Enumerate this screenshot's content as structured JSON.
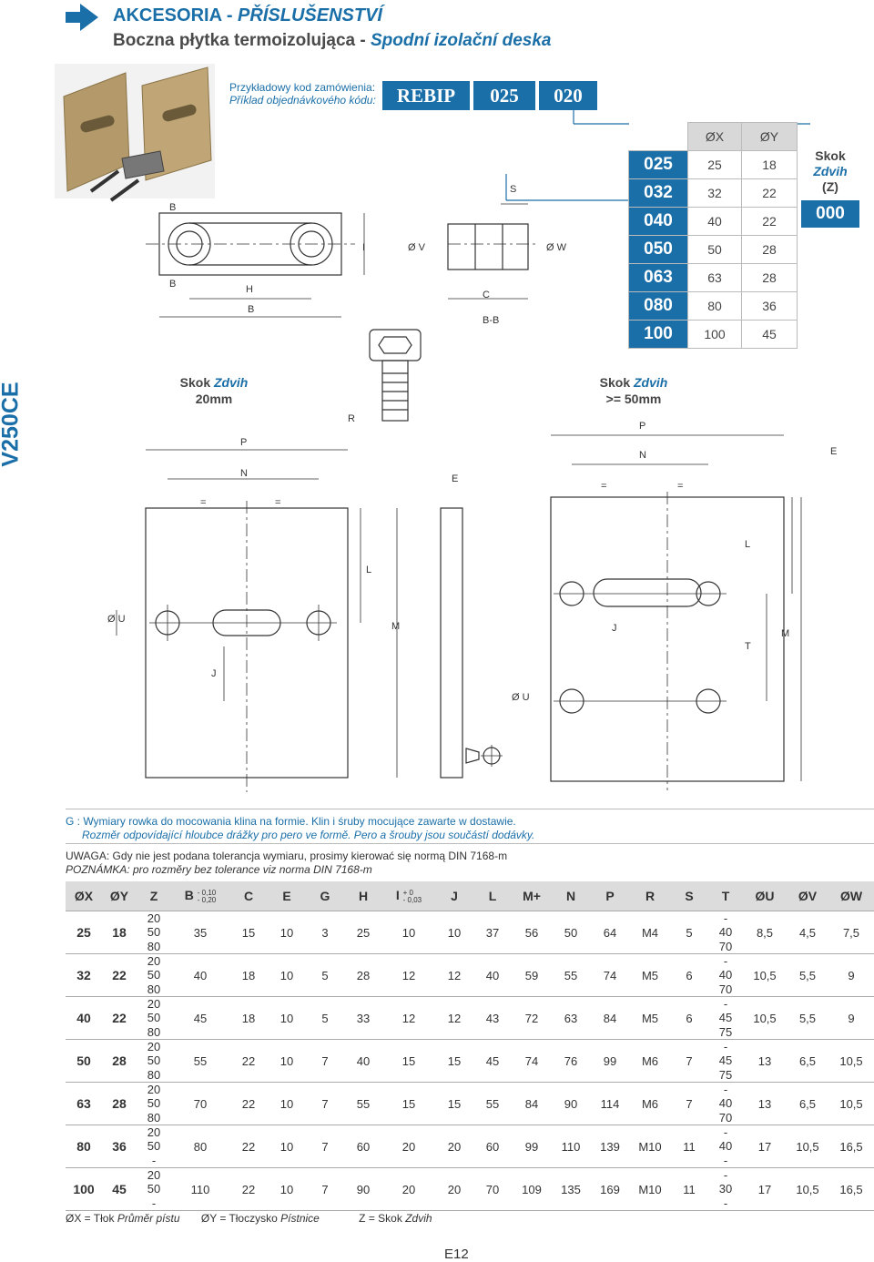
{
  "header": {
    "title_pl": "AKCESORIA - ",
    "title_cz": "PŘÍSLUŠENSTVÍ",
    "subtitle_pl": "Boczna płytka termoizolująca - ",
    "subtitle_cz": "Spodní izolační deska"
  },
  "side_code": "V250CE",
  "order": {
    "label_pl": "Przykładowy kod zamówienia:",
    "label_cz": "Příklad objednávkového kódu:",
    "codes": [
      "REBIP",
      "025",
      "020"
    ]
  },
  "size_table": {
    "headers": [
      "ØX",
      "ØY"
    ],
    "rows": [
      [
        "025",
        "25",
        "18"
      ],
      [
        "032",
        "32",
        "22"
      ],
      [
        "040",
        "40",
        "22"
      ],
      [
        "050",
        "50",
        "28"
      ],
      [
        "063",
        "63",
        "28"
      ],
      [
        "080",
        "80",
        "36"
      ],
      [
        "100",
        "100",
        "45"
      ]
    ]
  },
  "skok": {
    "label_pl": "Skok",
    "label_cz": "Zdvih",
    "label_z": "(Z)",
    "value": "000"
  },
  "strokes": {
    "left_pl": "Skok",
    "left_cz": "Zdvih",
    "left_val": "20mm",
    "right_pl": "Skok",
    "right_cz": "Zdvih",
    "right_val": ">= 50mm"
  },
  "dims": {
    "B": "B",
    "H": "H",
    "I": "I",
    "V": "Ø V",
    "W": "Ø W",
    "S": "S",
    "C": "C",
    "BB": "B-B",
    "R": "R",
    "P": "P",
    "N": "N",
    "E": "E",
    "eq": "=",
    "L": "L",
    "M": "M",
    "U": "Ø U",
    "J": "J",
    "T": "T"
  },
  "notes": {
    "g_pl": "G : Wymiary rowka do mocowania klina na formie. Klin i śruby mocujące zawarte w dostawie.",
    "g_cz": "Rozměr odpovídající hloubce drážky pro pero ve formě. Pero a šrouby jsou součástí dodávky.",
    "w_pl": "UWAGA: Gdy nie jest podana tolerancja wymiaru, prosimy kierować się normą DIN 7168-m",
    "w_cz": "POZNÁMKA: pro rozměry bez tolerance viz norma DIN 7168-m"
  },
  "data_table": {
    "headers": [
      "ØX",
      "ØY",
      "Z",
      "B",
      "C",
      "E",
      "G",
      "H",
      "I",
      "J",
      "L",
      "M+",
      "N",
      "P",
      "R",
      "S",
      "T",
      "ØU",
      "ØV",
      "ØW"
    ],
    "tol_b": [
      "- 0,10",
      "- 0,20"
    ],
    "tol_i": [
      "+ 0",
      "- 0,03"
    ],
    "rows": [
      {
        "x": "25",
        "y": "18",
        "z": [
          "20",
          "50",
          "80"
        ],
        "vals": [
          "35",
          "15",
          "10",
          "3",
          "25",
          "10",
          "10",
          "37",
          "56",
          "50",
          "64",
          "M4",
          "5"
        ],
        "t": [
          "-",
          "40",
          "70"
        ],
        "u": "8,5",
        "v": "4,5",
        "w": "7,5"
      },
      {
        "x": "32",
        "y": "22",
        "z": [
          "20",
          "50",
          "80"
        ],
        "vals": [
          "40",
          "18",
          "10",
          "5",
          "28",
          "12",
          "12",
          "40",
          "59",
          "55",
          "74",
          "M5",
          "6"
        ],
        "t": [
          "-",
          "40",
          "70"
        ],
        "u": "10,5",
        "v": "5,5",
        "w": "9"
      },
      {
        "x": "40",
        "y": "22",
        "z": [
          "20",
          "50",
          "80"
        ],
        "vals": [
          "45",
          "18",
          "10",
          "5",
          "33",
          "12",
          "12",
          "43",
          "72",
          "63",
          "84",
          "M5",
          "6"
        ],
        "t": [
          "-",
          "45",
          "75"
        ],
        "u": "10,5",
        "v": "5,5",
        "w": "9"
      },
      {
        "x": "50",
        "y": "28",
        "z": [
          "20",
          "50",
          "80"
        ],
        "vals": [
          "55",
          "22",
          "10",
          "7",
          "40",
          "15",
          "15",
          "45",
          "74",
          "76",
          "99",
          "M6",
          "7"
        ],
        "t": [
          "-",
          "45",
          "75"
        ],
        "u": "13",
        "v": "6,5",
        "w": "10,5"
      },
      {
        "x": "63",
        "y": "28",
        "z": [
          "20",
          "50",
          "80"
        ],
        "vals": [
          "70",
          "22",
          "10",
          "7",
          "55",
          "15",
          "15",
          "55",
          "84",
          "90",
          "114",
          "M6",
          "7"
        ],
        "t": [
          "-",
          "40",
          "70"
        ],
        "u": "13",
        "v": "6,5",
        "w": "10,5"
      },
      {
        "x": "80",
        "y": "36",
        "z": [
          "20",
          "50",
          "-"
        ],
        "vals": [
          "80",
          "22",
          "10",
          "7",
          "60",
          "20",
          "20",
          "60",
          "99",
          "110",
          "139",
          "M10",
          "11"
        ],
        "t": [
          "-",
          "40",
          "-"
        ],
        "u": "17",
        "v": "10,5",
        "w": "16,5"
      },
      {
        "x": "100",
        "y": "45",
        "z": [
          "20",
          "50",
          "-"
        ],
        "vals": [
          "110",
          "22",
          "10",
          "7",
          "90",
          "20",
          "20",
          "70",
          "109",
          "135",
          "169",
          "M10",
          "11"
        ],
        "t": [
          "-",
          "30",
          "-"
        ],
        "u": "17",
        "v": "10,5",
        "w": "16,5"
      }
    ]
  },
  "legend": {
    "x_pl": "ØX = Tłok",
    "x_cz": "Průměr pístu",
    "y_pl": "ØY = Tłoczysko",
    "y_cz": "Pístnice",
    "z_pl": "Z = Skok",
    "z_cz": "Zdvih"
  },
  "page_number": "E12",
  "colors": {
    "accent": "#1a6fa8",
    "header_gray": "#d8d8d8",
    "plate": "#b49a6a"
  }
}
